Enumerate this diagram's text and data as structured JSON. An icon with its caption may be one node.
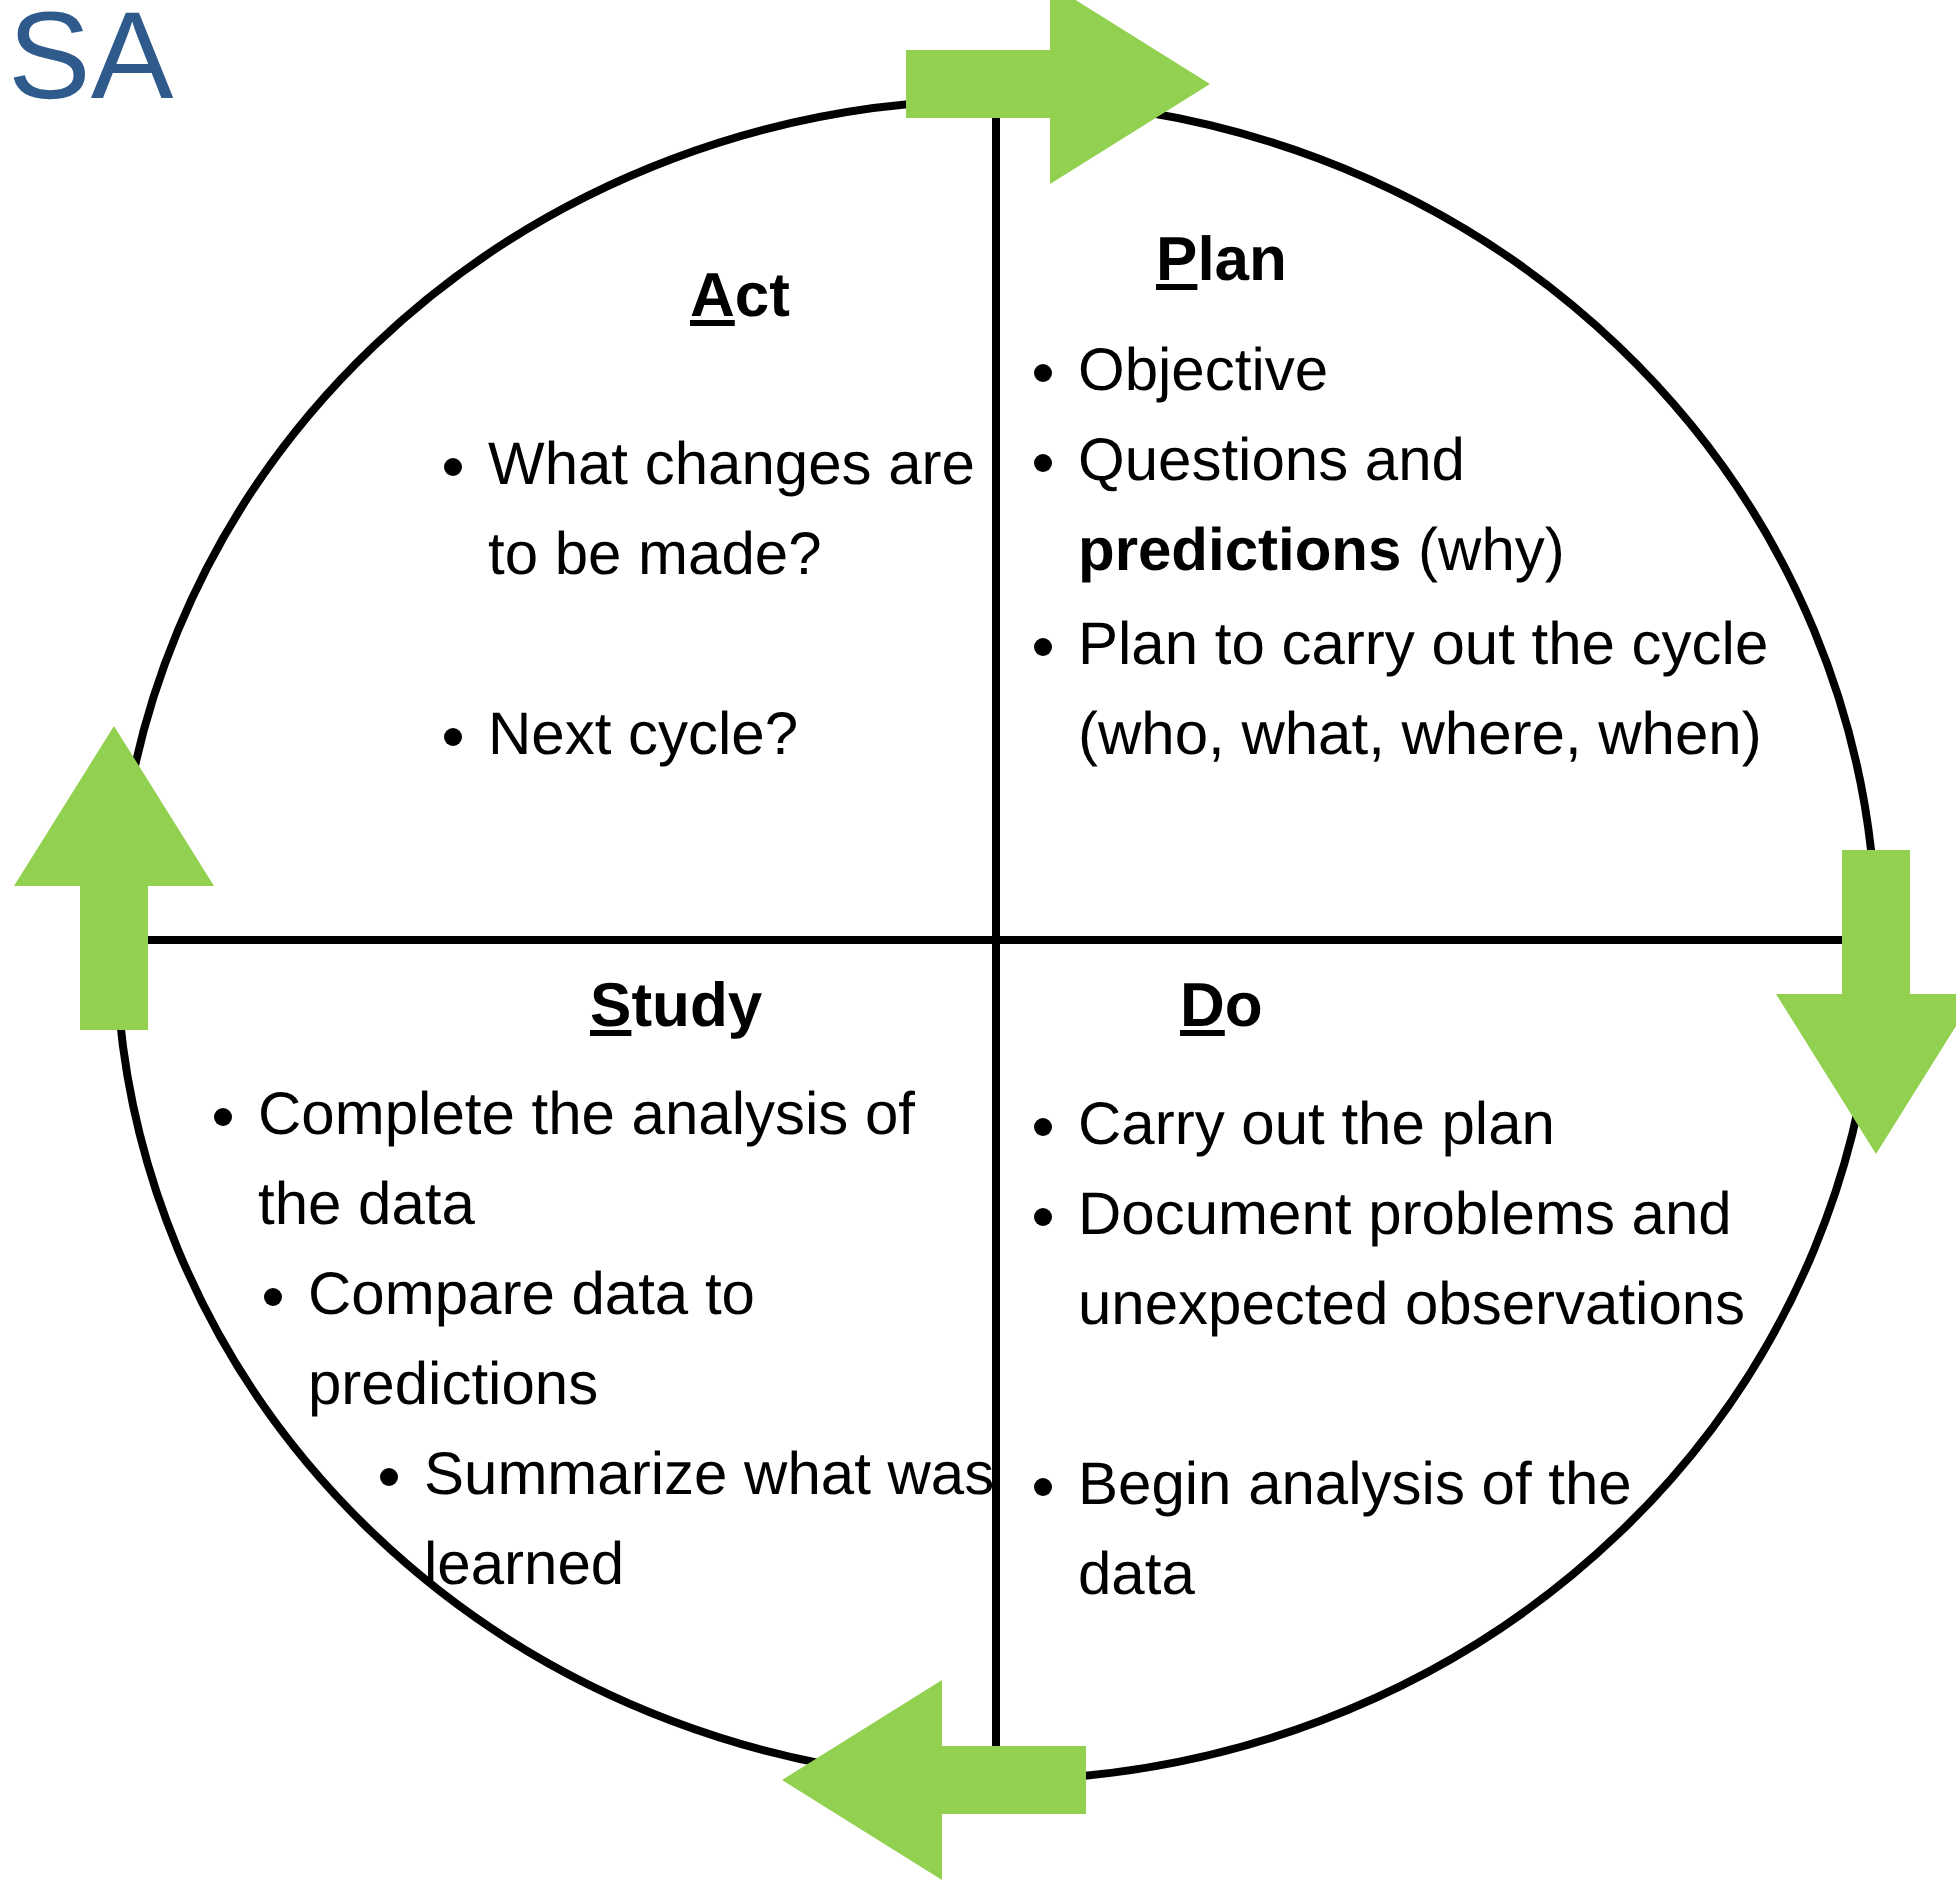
{
  "diagram": {
    "title": "SA",
    "nodes": [
      {
        "text": [
          "Act",
          "What changes are to be made?",
          "Next cycle?"
        ]
      },
      {
        "text": [
          "Plan",
          "Objective",
          "Questions and **predictions** (why)",
          "Plan to carry out the cycle (who, what, where, when)"
        ]
      },
      {
        "text": [
          "Study",
          "Complete the analysis of the data",
          "Compare data to predictions",
          "Summarize what was learned"
        ]
      },
      {
        "text": [
          "Do",
          "Carry out the plan",
          "Document problems and unexpected observations",
          "Begin analysis of the data"
        ]
      }
    ],
    "edges": [
      {
        "from": 0,
        "to": 1,
        "arrow": "to"
      },
      {
        "from": 1,
        "to": 3,
        "arrow": "to"
      },
      {
        "from": 3,
        "to": 2,
        "arrow": "to"
      },
      {
        "from": 2,
        "to": 0,
        "arrow": "to"
      }
    ]
  }
}
